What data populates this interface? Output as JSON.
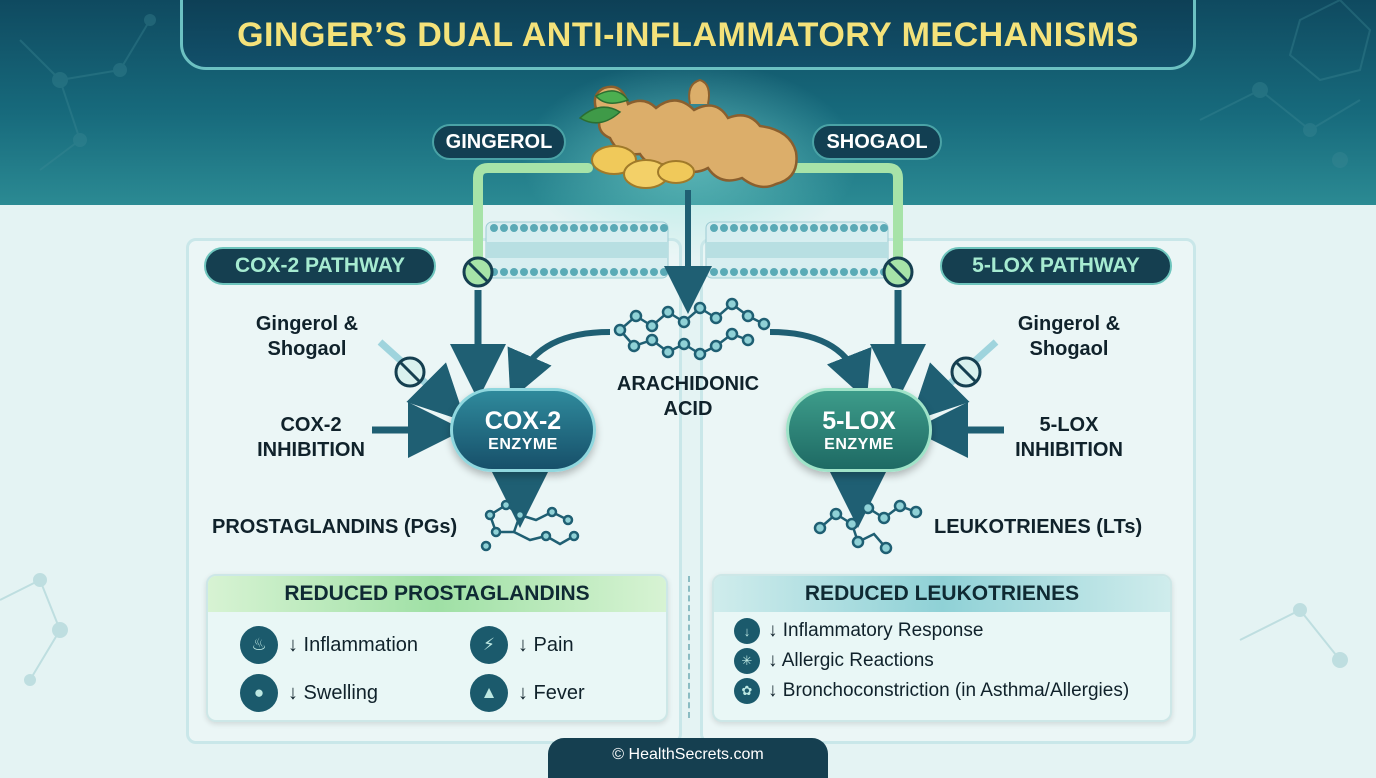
{
  "title": "GINGER’S DUAL ANTI-INFLAMMATORY MECHANISMS",
  "compounds": {
    "left": "GINGEROL",
    "right": "SHOGAOL"
  },
  "left": {
    "pathway": "COX-2 PATHWAY",
    "inhibitor_label": "Gingerol & Shogaol",
    "inhibition_label": "COX-2 INHIBITION",
    "enzyme_name": "COX-2",
    "enzyme_sub": "ENZYME",
    "product": "PROSTAGLANDINS (PGs)",
    "effects_title": "REDUCED PROSTAGLANDINS",
    "effects": [
      {
        "icon": "flame-icon",
        "text": "↓ Inflammation"
      },
      {
        "icon": "syringe-icon",
        "text": "↓ Pain"
      },
      {
        "icon": "water-drop-icon",
        "text": "↓ Swelling"
      },
      {
        "icon": "thermometer-icon",
        "text": "↓ Fever"
      }
    ]
  },
  "center": {
    "substrate_line1": "ARACHIDONIC",
    "substrate_line2": "ACID"
  },
  "right": {
    "pathway": "5-LOX PATHWAY",
    "inhibitor_label": "Gingerol & Shogaol",
    "inhibition_label": "5-LOX INHIBITION",
    "enzyme_name": "5-LOX",
    "enzyme_sub": "ENZYME",
    "product": "LEUKOTRIENES (LTs)",
    "effects_title": "REDUCED LEUKOTRIENES",
    "effects": [
      {
        "icon": "down-arrow-icon",
        "text": "↓ Inflammatory Response"
      },
      {
        "icon": "allergen-icon",
        "text": "↓ Allergic Reactions"
      },
      {
        "icon": "lungs-icon",
        "text": "↓ Bronchoconstriction (in Asthma/Allergies)"
      }
    ]
  },
  "footer": "© HealthSecrets.com",
  "colors": {
    "title_text": "#f4e27a",
    "dark_teal": "#153f50",
    "arrow_green": "#8fd79a",
    "arrow_dark": "#1f5f73"
  }
}
